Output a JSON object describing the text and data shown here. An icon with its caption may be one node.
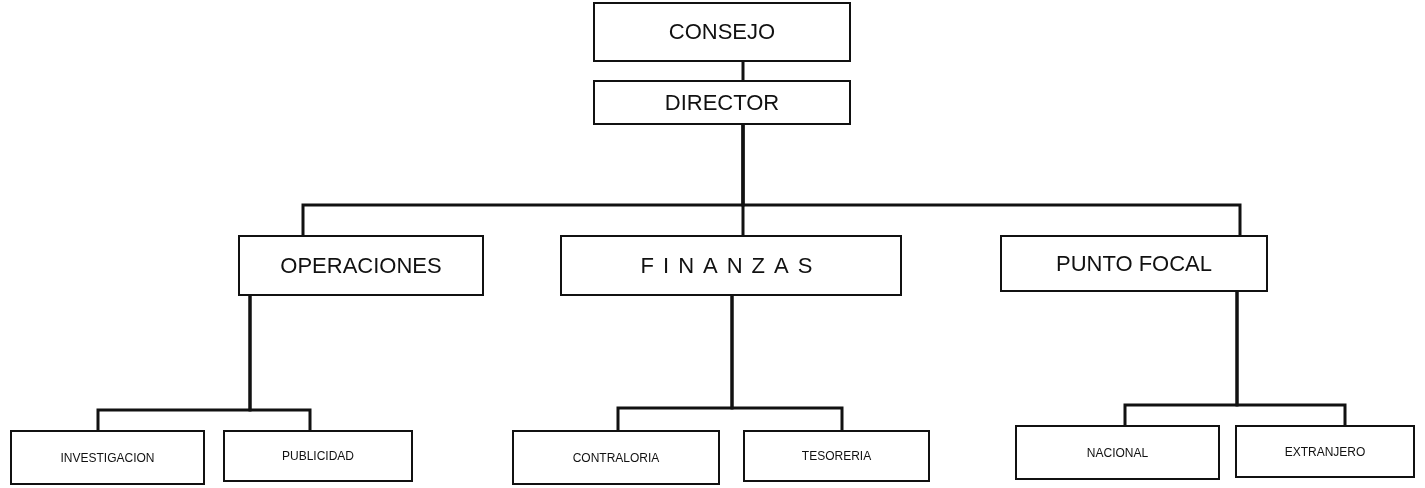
{
  "diagram": {
    "nodes": [
      {
        "text": [
          "CONSEJO"
        ]
      },
      {
        "text": [
          "DIRECTOR"
        ]
      },
      {
        "text": [
          "OPERACIONES"
        ]
      },
      {
        "text": [
          "FINANZAS"
        ]
      },
      {
        "text": [
          "PUNTO FOCAL"
        ]
      },
      {
        "text": [
          "INVESTIGACION"
        ]
      },
      {
        "text": [
          "PUBLICIDAD"
        ]
      },
      {
        "text": [
          "CONTRALORIA"
        ]
      },
      {
        "text": [
          "TESORERIA"
        ]
      },
      {
        "text": [
          "NACIONAL"
        ]
      },
      {
        "text": [
          "EXTRANJERO"
        ]
      }
    ],
    "edges": [
      {
        "from": 0,
        "to": 1,
        "arrow": "none"
      },
      {
        "from": 1,
        "to": 2,
        "arrow": "none"
      },
      {
        "from": 1,
        "to": 3,
        "arrow": "none"
      },
      {
        "from": 1,
        "to": 4,
        "arrow": "none"
      },
      {
        "from": 2,
        "to": 5,
        "arrow": "none"
      },
      {
        "from": 2,
        "to": 6,
        "arrow": "none"
      },
      {
        "from": 3,
        "to": 7,
        "arrow": "none"
      },
      {
        "from": 3,
        "to": 8,
        "arrow": "none"
      },
      {
        "from": 4,
        "to": 9,
        "arrow": "none"
      },
      {
        "from": 4,
        "to": 10,
        "arrow": "none"
      }
    ]
  }
}
